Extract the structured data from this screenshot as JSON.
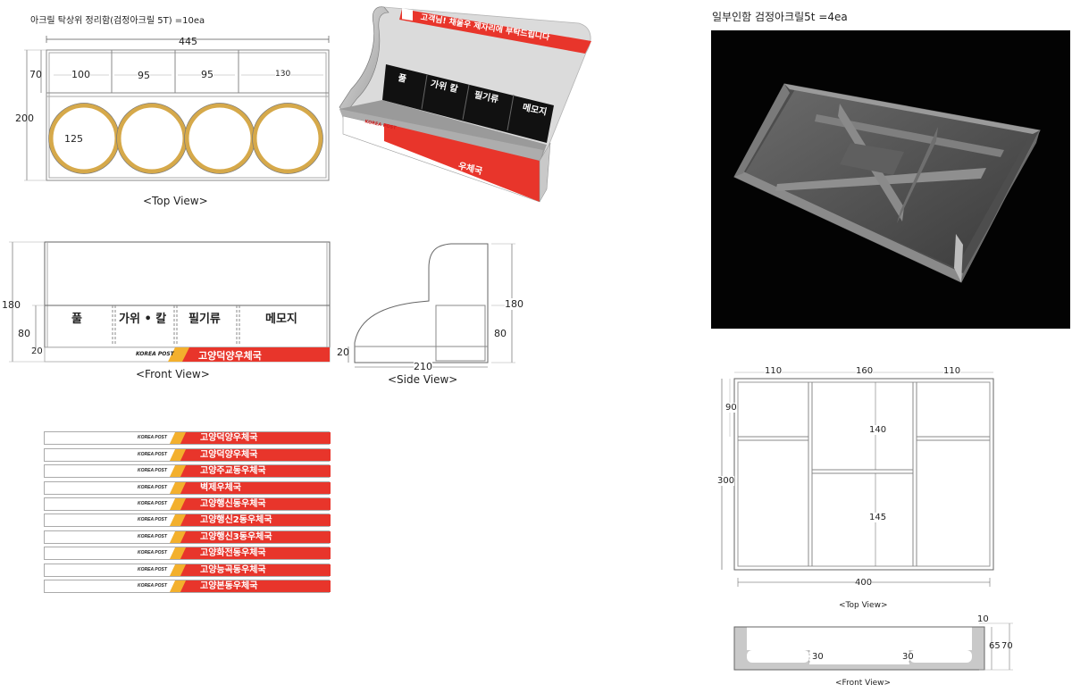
{
  "organizer": {
    "title": "아크릴 탁상위 정리함(검정아크릴 5T) =10ea",
    "top_view": {
      "caption": "<Top View>",
      "dims": {
        "width": "445",
        "row": "70",
        "height": "200",
        "c1": "100",
        "c2": "95",
        "c3": "95",
        "c4": "130",
        "circle": "125"
      }
    },
    "front_view": {
      "caption": "<Front View>",
      "dims": {
        "h": "180",
        "mid": "80",
        "base": "20"
      },
      "labels": [
        "풀",
        "가위 • 칼",
        "필기류",
        "메모지"
      ],
      "strip_text": "고양덕양우체국"
    },
    "side_view": {
      "caption": "<Side View>",
      "dims": {
        "h": "180",
        "mid": "80",
        "base": "20",
        "depth": "210"
      }
    },
    "render": {
      "banner_text": "고객님! 채울우 제자리에 부탁드립니다",
      "labels": [
        "풀",
        "가위 칼",
        "필기류",
        "메모지"
      ],
      "front_text": "우체국",
      "brand": "KOREA POST"
    },
    "brand_label": "KOREA POST",
    "strips": [
      "고양덕양우체국",
      "고양덕양우체국",
      "고양주교동우체국",
      "벽제우체국",
      "고양행신동우체국",
      "고양행신2동우체국",
      "고양행신3동우체국",
      "고양화전동우체국",
      "고양능곡동우체국",
      "고양본동우체국"
    ]
  },
  "tray": {
    "title": "일부인함 검정아크릴5t =4ea",
    "top_view": {
      "caption": "<Top View>",
      "dims": {
        "c1": "110",
        "c2": "160",
        "c3": "110",
        "row": "90",
        "total": "300",
        "upper": "140",
        "lower": "145",
        "width": "400"
      }
    },
    "front_view": {
      "caption": "<Front View>",
      "dims": {
        "t": "10",
        "h": "65",
        "h2": "70",
        "a": "30",
        "b": "30"
      }
    }
  },
  "colors": {
    "korea_post_red": "#e8352b",
    "ring_gold": "#d6a94a",
    "acrylic_dark": "#3a3a3a"
  }
}
